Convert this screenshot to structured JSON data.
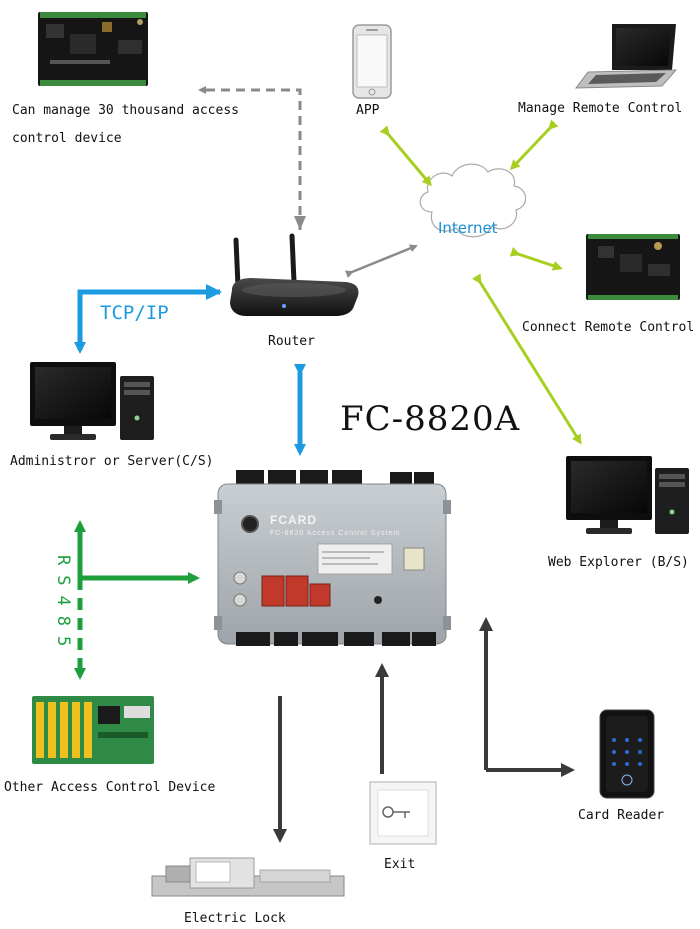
{
  "title": "FC-8820A",
  "nodes": {
    "top_device": {
      "label_line1": "Can manage 30 thousand access",
      "label_line2": "control device"
    },
    "app": {
      "label": "APP"
    },
    "laptop": {
      "label": "Manage Remote Control"
    },
    "internet": {
      "label": "Internet"
    },
    "remote_board": {
      "label": "Connect Remote Control"
    },
    "router": {
      "label": "Router"
    },
    "tcpip": {
      "label": "TCP/IP"
    },
    "admin": {
      "label": "Administror or Server(C/S)"
    },
    "web": {
      "label": "Web Explorer (B/S)"
    },
    "rs485": {
      "label": "RS485"
    },
    "other_device": {
      "label": "Other Access Control Device"
    },
    "card_reader": {
      "label": "Card Reader"
    },
    "exit": {
      "label": "Exit"
    },
    "lock": {
      "label": "Electric Lock"
    }
  },
  "controller": {
    "brand": "FCARD",
    "subtitle": "FC-8820 Access Control System"
  },
  "colors": {
    "blue": "#1d9be0",
    "green": "#1f9e3c",
    "lime": "#a6cf1f",
    "gray": "#8a8a8a",
    "dark": "#3a3a3a"
  }
}
